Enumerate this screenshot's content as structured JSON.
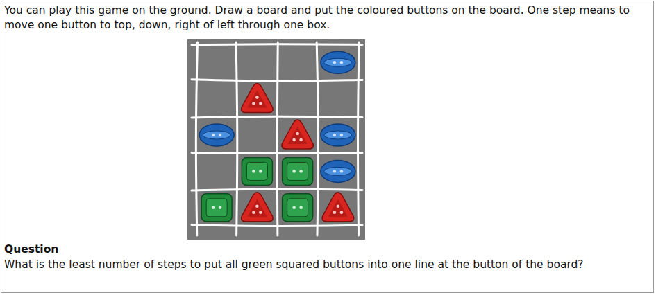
{
  "diagram": {
    "labels": [
      "You can play this game on the ground. Draw a board and put the coloured buttons on the board. One step means to move one button to top, down, right of left through one box.",
      "Question",
      "What is the least number of steps to put all green squared buttons into one line at the button of the board?"
    ]
  }
}
